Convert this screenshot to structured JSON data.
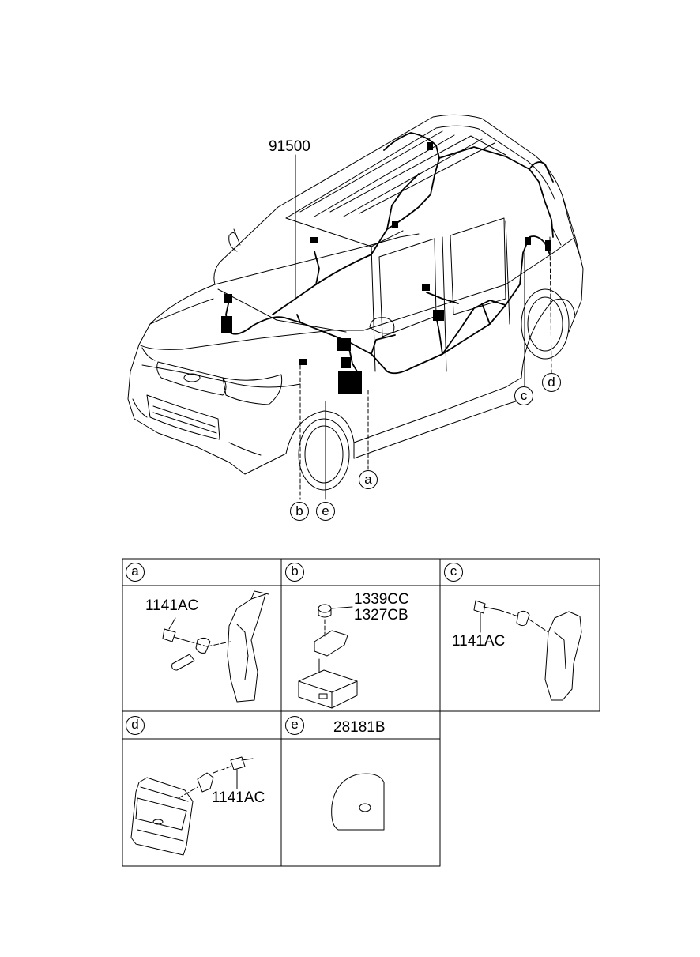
{
  "main_part_number": "91500",
  "callouts": [
    "a",
    "b",
    "c",
    "d",
    "e"
  ],
  "detail_cells": [
    {
      "letter": "a",
      "parts": [
        "1141AC"
      ]
    },
    {
      "letter": "b",
      "parts": [
        "1339CC",
        "1327CB"
      ]
    },
    {
      "letter": "c",
      "parts": [
        "1141AC"
      ]
    },
    {
      "letter": "d",
      "parts": [
        "1141AC"
      ]
    },
    {
      "letter": "e",
      "parts": [
        "28181B"
      ]
    }
  ]
}
